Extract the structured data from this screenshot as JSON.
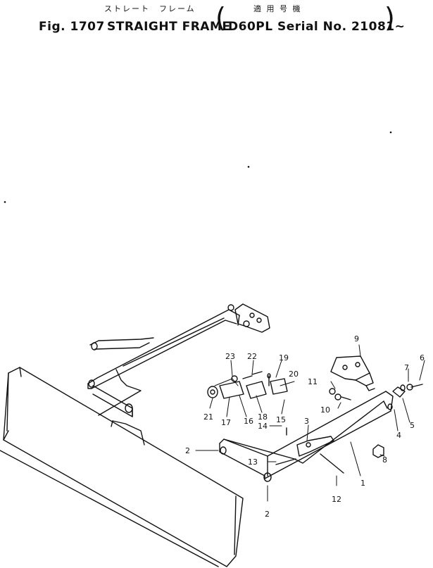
{
  "header": {
    "title_jp_part": "ストレート　フレーム",
    "title_jp_serial": "適 用 号 機",
    "fig_label": "Fig. 1707",
    "part_name": "STRAIGHT FRAME",
    "paren_open": "(",
    "model_serial": "D60PL Serial No. 21081~",
    "paren_close": ")"
  },
  "callouts": [
    "1",
    "2",
    "2",
    "3",
    "4",
    "5",
    "6",
    "7",
    "8",
    "9",
    "10",
    "11",
    "12",
    "13",
    "14",
    "15",
    "16",
    "17",
    "18",
    "19",
    "20",
    "21",
    "22",
    "23"
  ]
}
